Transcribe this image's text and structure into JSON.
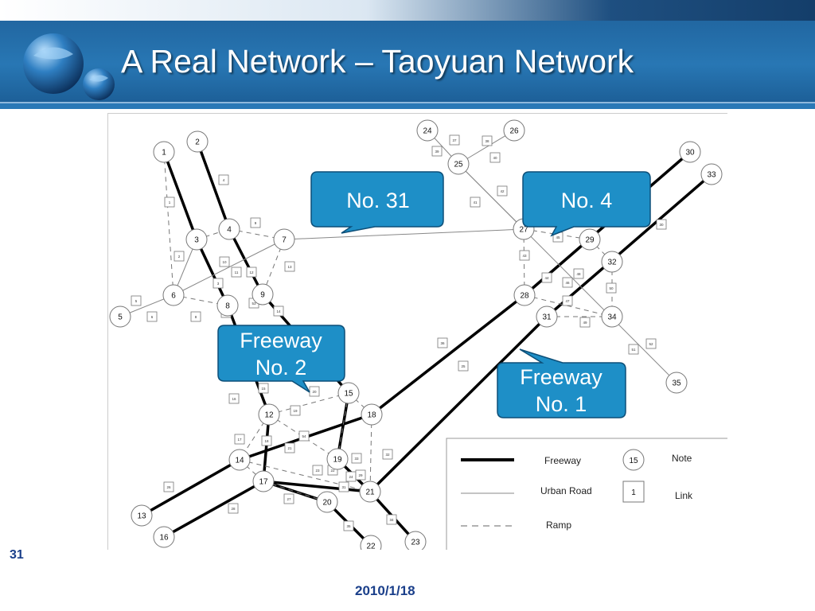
{
  "slide": {
    "title": "A Real Network – Taoyuan Network",
    "number": "31",
    "date": "2010/1/18"
  },
  "colors": {
    "header_blue": "#2877b4",
    "callout_fill": "#1e8fc7",
    "footer_text": "#1a3f8a"
  },
  "callouts": {
    "no31": "No. 31",
    "no4": "No. 4",
    "freeway2": [
      "Freeway",
      "No. 2"
    ],
    "freeway1": [
      "Freeway",
      "No. 1"
    ]
  },
  "legend": {
    "freeway": "Freeway",
    "urban_road": "Urban Road",
    "ramp": "Ramp",
    "node_sample": "15",
    "node_label": "Note",
    "link_sample": "1",
    "link_label": "Link"
  },
  "network": {
    "nodes": [
      "1",
      "2",
      "3",
      "4",
      "5",
      "6",
      "7",
      "8",
      "9",
      "12",
      "13",
      "14",
      "15",
      "16",
      "17",
      "18",
      "19",
      "20",
      "21",
      "22",
      "23",
      "24",
      "25",
      "26",
      "27",
      "28",
      "29",
      "30",
      "31",
      "32",
      "33",
      "34",
      "35"
    ],
    "link_labels": [
      "1",
      "2",
      "3",
      "4",
      "5",
      "6",
      "7",
      "8",
      "9",
      "10",
      "11",
      "12",
      "13",
      "14",
      "15",
      "16",
      "17",
      "18",
      "19",
      "20",
      "21",
      "22",
      "23",
      "24",
      "25",
      "26",
      "27",
      "28",
      "29",
      "30",
      "31",
      "32",
      "33",
      "34",
      "35",
      "36",
      "37",
      "38",
      "39",
      "40",
      "41",
      "42",
      "43",
      "44",
      "45",
      "46",
      "47",
      "48",
      "49",
      "50",
      "51",
      "52",
      "53",
      "54"
    ]
  }
}
